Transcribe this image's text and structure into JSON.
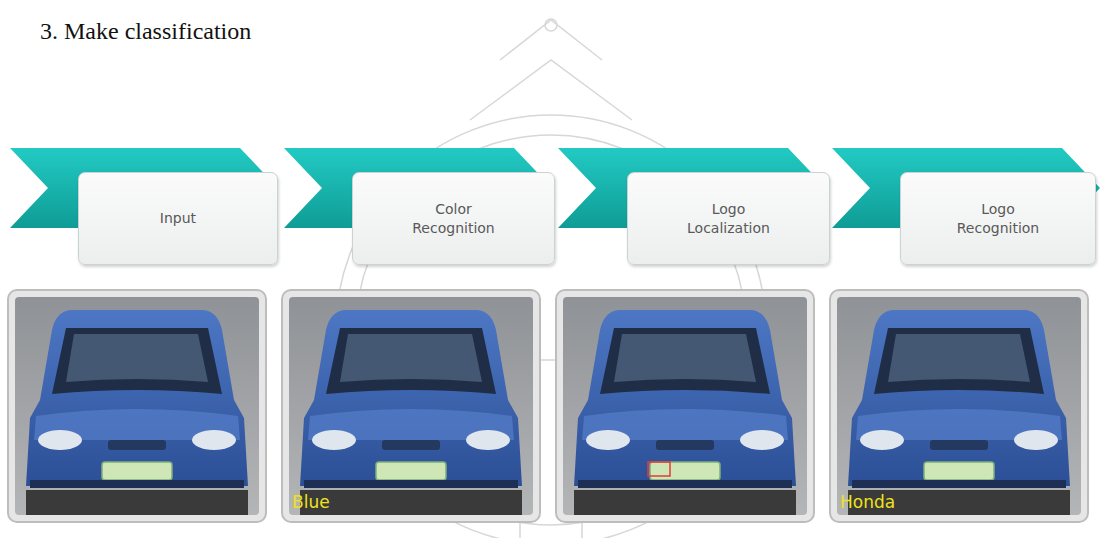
{
  "diagram": {
    "title": "3. Make classification",
    "nodes": [
      {
        "text": [
          "Input"
        ]
      },
      {
        "text": [
          "Color Recognition"
        ]
      },
      {
        "text": [
          "Logo Localization"
        ]
      },
      {
        "text": [
          "Logo Recognition"
        ]
      }
    ],
    "labels": [
      "Blue",
      "Honda"
    ]
  }
}
